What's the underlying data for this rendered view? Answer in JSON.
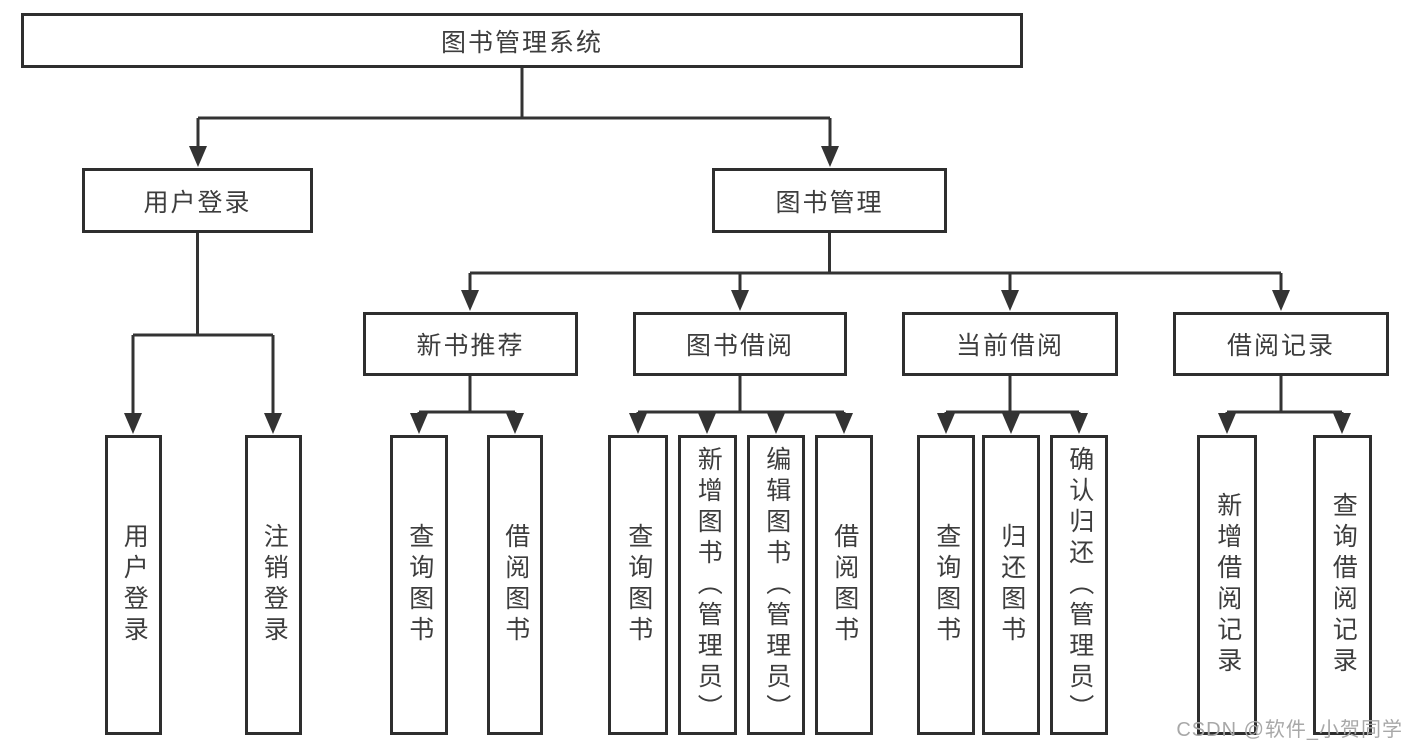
{
  "colors": {
    "line": "#333333",
    "text": "#3d3d3d",
    "watermark": "#a8a8a8"
  },
  "watermark": {
    "text": "CSDN @软件_小贺同学"
  },
  "tree": {
    "label": "图书管理系统",
    "children": [
      {
        "label": "用户登录",
        "children": [
          {
            "label": "用户登录"
          },
          {
            "label": "注销登录"
          }
        ]
      },
      {
        "label": "图书管理",
        "children": [
          {
            "label": "新书推荐",
            "children": [
              {
                "label": "查询图书"
              },
              {
                "label": "借阅图书"
              }
            ]
          },
          {
            "label": "图书借阅",
            "children": [
              {
                "label": "查询图书"
              },
              {
                "label": "新增图书（管理员）"
              },
              {
                "label": "编辑图书（管理员）"
              },
              {
                "label": "借阅图书"
              }
            ]
          },
          {
            "label": "当前借阅",
            "children": [
              {
                "label": "查询图书"
              },
              {
                "label": "归还图书"
              },
              {
                "label": "确认归还（管理员）"
              }
            ]
          },
          {
            "label": "借阅记录",
            "children": [
              {
                "label": "新增借阅记录"
              },
              {
                "label": "查询借阅记录"
              }
            ]
          }
        ]
      }
    ]
  }
}
